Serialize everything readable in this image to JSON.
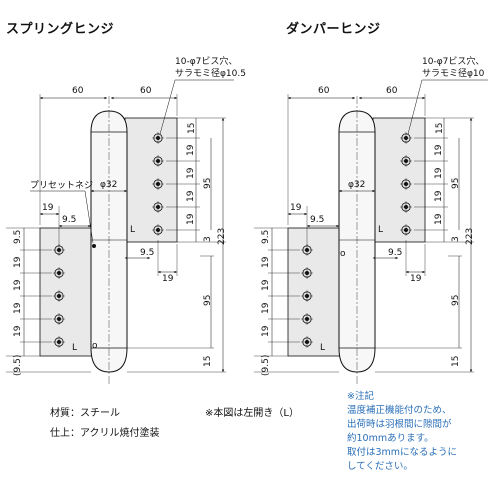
{
  "spring": {
    "title": "スプリングヒンジ",
    "hole_spec_line1": "10-φ7ビス穴、",
    "hole_spec_line2": "サラモミ径φ10.5",
    "preset_screw_label": "プリセットネジ"
  },
  "damper": {
    "title": "ダンパーヒンジ",
    "hole_spec_line1": "10-φ7ビス穴、",
    "hole_spec_line2": "サラモミ径φ10"
  },
  "dims": {
    "width_60": "60",
    "barrel_diameter": "φ32",
    "d_15": "15",
    "d_19": "19",
    "d_95": "95",
    "d_3": "3",
    "d_223": "223",
    "d_9_5": "9.5",
    "d_9_5_paren": "(9.5)",
    "d_o": "o",
    "mark_L": "L"
  },
  "material": "材質：スチール",
  "finish": "仕上：アクリル焼付塗装",
  "left_open_note": "※本図は左開き（L）",
  "notice": {
    "title": "※注記",
    "lines": [
      "温度補正機能付のため、",
      "出荷時は羽根間に隙間が",
      "約10mmあります。",
      "取付は3mmになるように",
      "してください。"
    ]
  }
}
